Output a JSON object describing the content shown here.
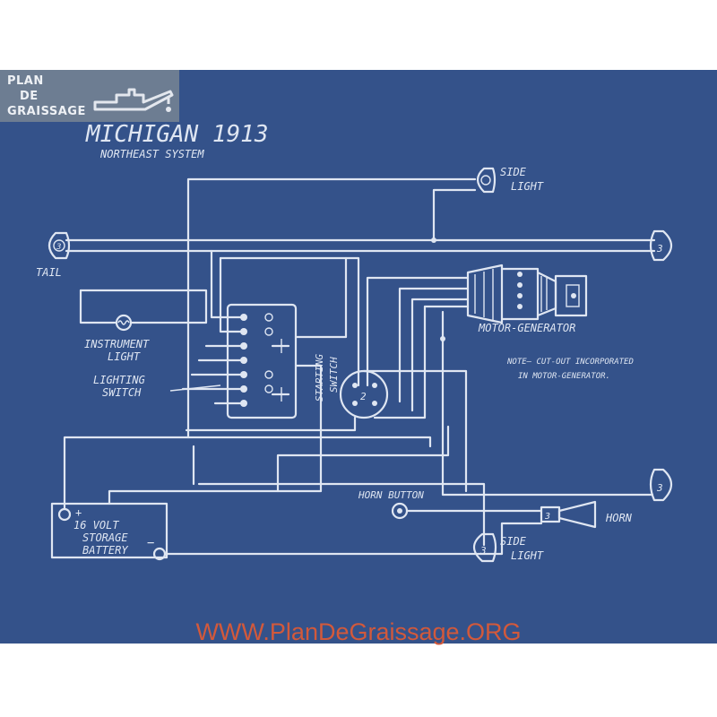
{
  "logo": {
    "line1": "PLAN",
    "line2": "DE",
    "line3": "GRAISSAGE"
  },
  "diagram": {
    "title": "MICHIGAN 1913",
    "subtitle": "NORTHEAST SYSTEM",
    "labels": {
      "tail": "TAIL",
      "side_light": "SIDE",
      "side_light_2": "LIGHT",
      "instrument_light_1": "INSTRUMENT",
      "instrument_light_2": "LIGHT",
      "lighting_switch_1": "LIGHTING",
      "lighting_switch_2": "SWITCH",
      "starting_switch_1": "STARTING",
      "starting_switch_2": "SWITCH",
      "motor_generator": "MOTOR-GENERATOR",
      "note_1": "NOTE— CUT-OUT INCORPORATED",
      "note_2": "IN MOTOR-GENERATOR.",
      "horn_button": "HORN BUTTON",
      "horn": "HORN",
      "battery_1": "16 VOLT",
      "battery_2": "STORAGE",
      "battery_3": "BATTERY",
      "plus": "+",
      "minus": "−",
      "lamp_number": "3",
      "switch_number": "2"
    }
  },
  "watermark": "WWW.PlanDeGraissage.ORG",
  "colors": {
    "blueprint": "#34528a",
    "ink": "#dfe6f2",
    "watermark": "#d2593b",
    "logo_bg": "#6d7d92"
  }
}
